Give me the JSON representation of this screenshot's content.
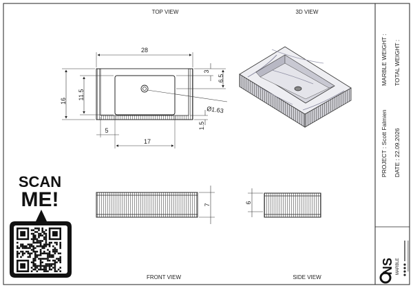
{
  "views": {
    "top": "TOP VIEW",
    "three_d": "3D VIEW",
    "front": "FRONT VIEW",
    "side": "SIDE VIEW"
  },
  "dimensions": {
    "overall_length": "28",
    "overall_depth": "16",
    "basin_depth": "11.5",
    "rim_back": "3",
    "rim_back_total": "6.5",
    "rim_front": "1.5",
    "offset_left": "5",
    "basin_length": "17",
    "drain_dia": "Ø1.63",
    "front_height": "7",
    "side_height": "6"
  },
  "title_block": {
    "marble_weight": "MARBLE WEIGHT :",
    "total_weight": "TOTAL WEIGHT :",
    "project": "PROJECT : Scott Falmien",
    "date": "DATE : 22.09.2026",
    "logo": "NS",
    "logo_sub": "MARBLE"
  },
  "scan": {
    "line1": "SCAN",
    "line2": "ME!"
  },
  "colors": {
    "line": "#222222",
    "marble": "#eeeef2",
    "marble_vein": "#8a8aa0"
  }
}
